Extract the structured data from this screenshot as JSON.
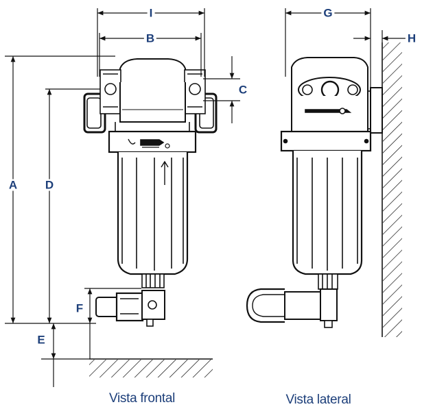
{
  "dimensions": {
    "A": "A",
    "B": "B",
    "C": "C",
    "D": "D",
    "E": "E",
    "F": "F",
    "G": "G",
    "H": "H",
    "I": "I"
  },
  "captions": {
    "front": "Vista frontal",
    "side": "Vista lateral"
  },
  "colors": {
    "label": "#1d3f7a",
    "line": "#111111"
  }
}
